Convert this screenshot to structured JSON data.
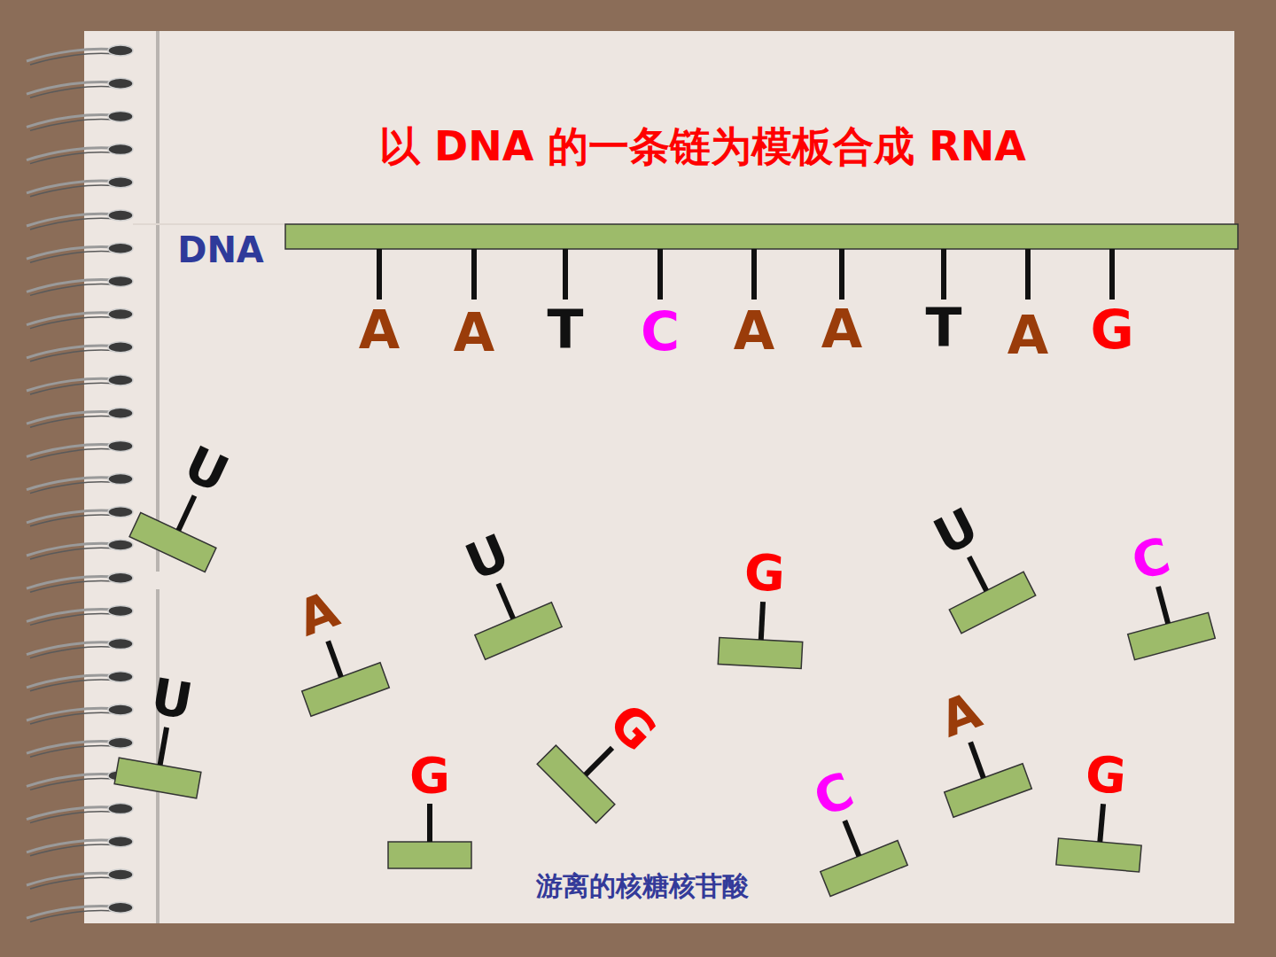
{
  "diagram": {
    "title": "以 DNA 的一条链为模板合成 RNA",
    "caption": "游离的核糖核苷酸",
    "labels": [
      "DNA",
      "A",
      "A",
      "T",
      "C",
      "A",
      "A",
      "T",
      "A",
      "G",
      "U",
      "A",
      "U",
      "G",
      "U",
      "C",
      "U",
      "G",
      "G",
      "C",
      "A",
      "G"
    ]
  }
}
